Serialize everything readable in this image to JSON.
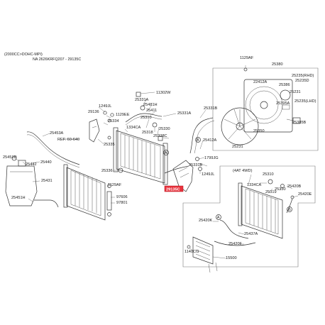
{
  "header": {
    "engine": "(2000CC>DOHC-MPI)",
    "subtitle": "NA 2626KRFQ207 - 29135C"
  },
  "section_label": "(4AT 4WD)",
  "ref_label": "REF. 60-640",
  "highlight": {
    "label": "29135C",
    "color": "#e8323c"
  },
  "callouts": {
    "a": "A",
    "b": "B"
  },
  "parts": {
    "p1129AF_top": "1129AF",
    "p25380": "25380",
    "p22412A": "22412A",
    "p25235RHD": "25235(RHD)",
    "p25235D": "25235D",
    "p25386": "25386",
    "p25231_top": "25231",
    "p25395A": "25395A",
    "p25235LHD": "25235(LHD)",
    "p25350": "25350",
    "p25385B": "25385B",
    "p25231_bottom": "25231",
    "p11302W": "11302W",
    "p25331A_top": "25331A",
    "p25481H": "25481H",
    "p1249JL_top": "1249JL",
    "p29136": "29136",
    "p1129EE": "1129EE",
    "p25411": "25411",
    "p25331A_mid": "25331A",
    "p25331B_top": "25331B",
    "p25334": "25334",
    "p25310_main": "25310",
    "p1334CA": "1334CA",
    "p25318": "25318",
    "p25330": "25330",
    "p25328C": "25328C",
    "p25453A": "25453A",
    "p25412A": "25412A",
    "p25335": "25335",
    "p1799JG": "1799JG",
    "p25451D": "25451D",
    "p25442": "25442",
    "p25440": "25440",
    "p25331B_mid": "25331B",
    "p25336": "25336",
    "p1249JL_mid": "1249JL",
    "p25431": "25431",
    "p1129AF_mid": "1129AF",
    "p25451H": "25451H",
    "p97606": "97606",
    "p97801": "97801",
    "p25310_4wd": "25310",
    "p1334CA_4wd": "1334CA",
    "p25319": "25319",
    "p25330_4wd": "25330",
    "p25420B": "25420B",
    "p25420E": "25420E",
    "p25420K": "25420K",
    "p25437A": "25437A",
    "p25420F": "25420F",
    "p1140CG": "1140CG",
    "p15500": "15500"
  }
}
